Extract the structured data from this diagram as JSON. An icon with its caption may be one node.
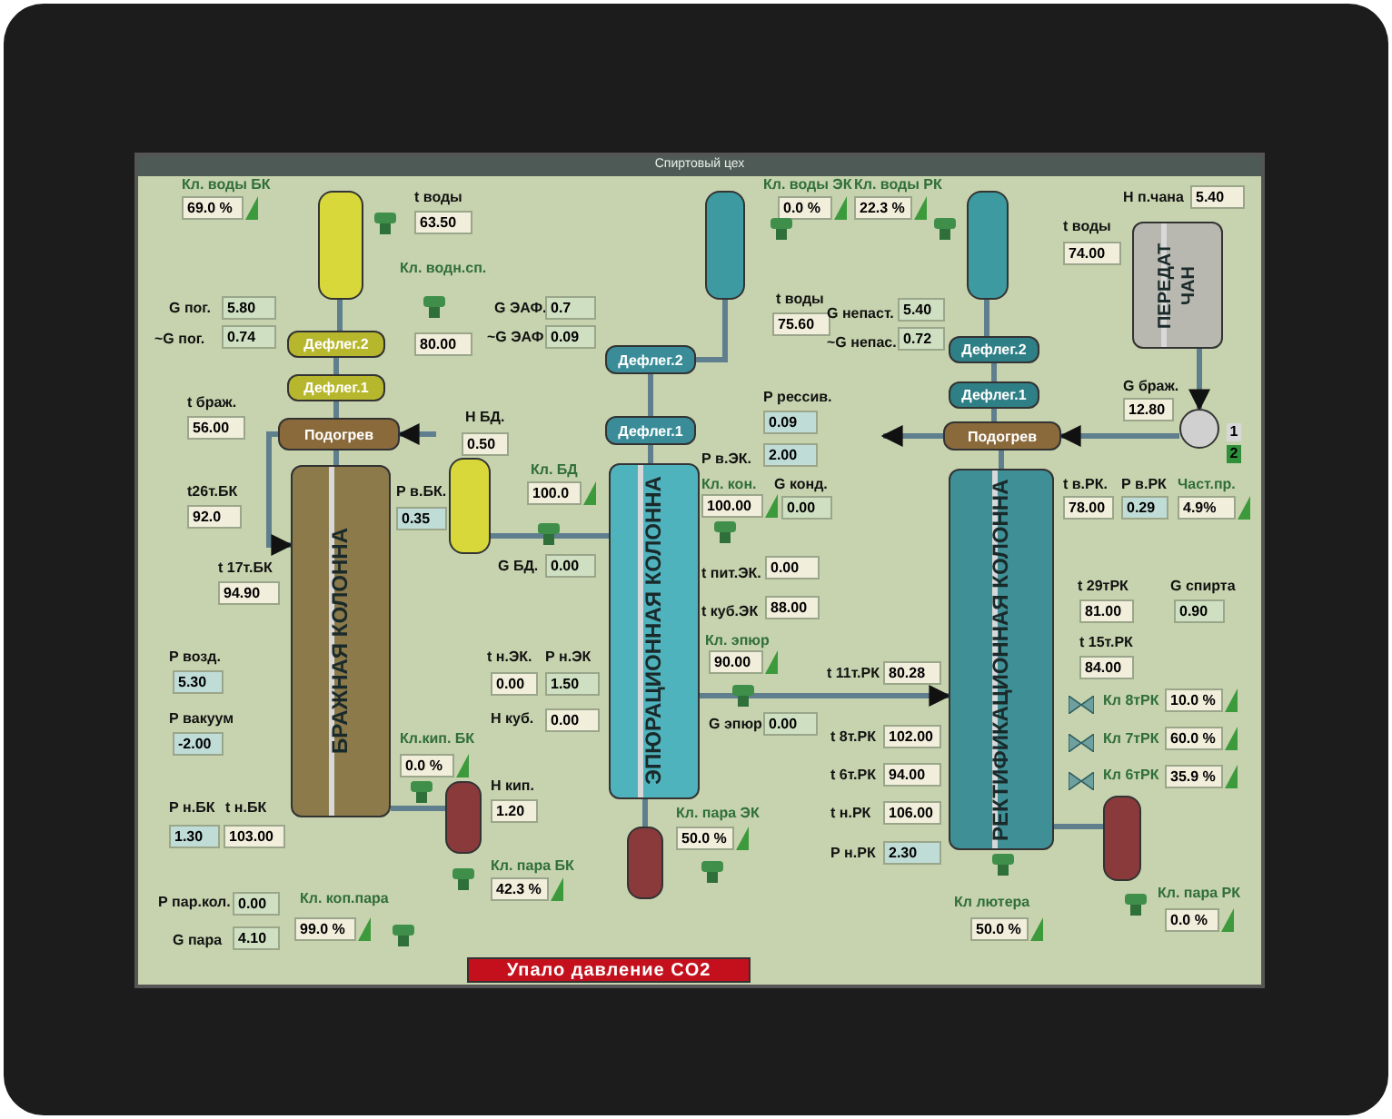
{
  "diagram": {
    "title": "Спиртовый цех",
    "nodes": [
      {
        "text": [],
        "shape": "cylinder"
      },
      {
        "text": [],
        "shape": "cylinder"
      },
      {
        "text": [],
        "shape": "cylinder"
      },
      {
        "text": [
          "ПЕРЕДАТ ЧАН"
        ]
      },
      {
        "text": [
          "Дефлег.2"
        ]
      },
      {
        "text": [
          "Дефлег.1"
        ]
      },
      {
        "text": [
          "Подогрев"
        ]
      },
      {
        "text": [
          "Дефлег.2"
        ]
      },
      {
        "text": [
          "Дефлег.1"
        ]
      },
      {
        "text": [
          "Дефлег.2"
        ]
      },
      {
        "text": [
          "Дефлег.1"
        ]
      },
      {
        "text": [
          "Подогрев"
        ]
      },
      {
        "text": [],
        "shape": "circle"
      },
      {
        "text": [],
        "shape": "cylinder"
      },
      {
        "text": [
          "БРАЖНАЯ КОЛОННА"
        ]
      },
      {
        "text": [
          "ЭПЮРАЦИОННАЯ КОЛОННА"
        ]
      },
      {
        "text": [
          "РЕКТИФИКАЦИОННАЯ КОЛОННА"
        ]
      },
      {
        "text": [],
        "shape": "cylinder"
      },
      {
        "text": [],
        "shape": "cylinder"
      },
      {
        "text": [],
        "shape": "cylinder"
      },
      {
        "text": [
          "Упало давление CO2"
        ]
      }
    ],
    "edges": [
      {
        "from": 0,
        "to": 4,
        "arrow": "none"
      },
      {
        "from": 4,
        "to": 5,
        "arrow": "none"
      },
      {
        "from": 5,
        "to": 6,
        "arrow": "none"
      },
      {
        "from": 6,
        "to": 14,
        "arrow": "none"
      },
      {
        "from": null,
        "to": 6,
        "arrow": "to"
      },
      {
        "from": 1,
        "to": 7,
        "arrow": "none"
      },
      {
        "from": 7,
        "to": 8,
        "arrow": "none"
      },
      {
        "from": 8,
        "to": 15,
        "arrow": "none"
      },
      {
        "from": 2,
        "to": 9,
        "arrow": "none"
      },
      {
        "from": 9,
        "to": 10,
        "arrow": "none"
      },
      {
        "from": 10,
        "to": 11,
        "arrow": "none"
      },
      {
        "from": 11,
        "to": 16,
        "arrow": "none"
      },
      {
        "from": 3,
        "to": 12,
        "arrow": "to"
      },
      {
        "from": 12,
        "to": 11,
        "arrow": "to"
      },
      {
        "from": 11,
        "to": null,
        "arrow": "to"
      },
      {
        "from": 13,
        "to": 15,
        "arrow": "none"
      },
      {
        "from": 15,
        "to": 16,
        "arrow": "to"
      },
      {
        "from": 17,
        "to": 14,
        "arrow": "none"
      },
      {
        "from": 18,
        "to": 15,
        "arrow": "none"
      },
      {
        "from": 19,
        "to": 16,
        "arrow": "none"
      },
      {
        "from": 6,
        "to": 14,
        "arrow": "to"
      }
    ],
    "labels": [
      "Кл. воды БК",
      "69.0 %",
      "t воды",
      "63.50",
      "Кл. водн.сп.",
      "80.00",
      "G пог.",
      "5.80",
      "~G пог.",
      "0.74",
      "t браж.",
      "56.00",
      "Н БД.",
      "0.50",
      "G ЭАФ.",
      "0.7",
      "~G ЭАФ",
      "0.09",
      "t26т.БК",
      "92.0",
      "Р в.БК.",
      "0.35",
      "t 17т.БК",
      "94.90",
      "Кл. БД",
      "100.0",
      "G БД.",
      "0.00",
      "Кл. воды ЭК",
      "0.0 %",
      "Кл. воды РК",
      "22.3 %",
      "t воды",
      "75.60",
      "G непаст.",
      "5.40",
      "~G непас.",
      "0.72",
      "Н п.чана",
      "5.40",
      "t воды",
      "74.00",
      "Р рессив.",
      "0.09",
      "Р в.ЭК.",
      "2.00",
      "G браж.",
      "12.80",
      "1",
      "2",
      "Кл. кон.",
      "100.00",
      "G конд.",
      "0.00",
      "t в.РК.",
      "78.00",
      "Р в.РК",
      "0.29",
      "Част.пр.",
      "4.9%",
      "t пит.ЭК.",
      "0.00",
      "t 29тРК",
      "G спирта",
      "t куб.ЭК",
      "88.00",
      "81.00",
      "0.90",
      "Кл. эпюр",
      "90.00",
      "t 15т.РК",
      "84.00",
      "Р возд.",
      "t н.ЭК.",
      "Р н.ЭК",
      "5.30",
      "0.00",
      "1.50",
      "t 11т.РК",
      "80.28",
      "Кл 8тРК",
      "10.0 %",
      "Р вакуум",
      "Н куб.",
      "0.00",
      "G эпюр",
      "0.00",
      "-2.00",
      "Кл.кип. БК",
      "t 8т.РК",
      "102.00",
      "Кл 7тРК",
      "60.0 %",
      "0.0 %",
      "t 6т.РК",
      "94.00",
      "Кл 6тРК",
      "35.9 %",
      "Р н.БК",
      "t н.БК",
      "Н кип.",
      "1.20",
      "1.30",
      "103.00",
      "Кл. пара ЭК",
      "50.0 %",
      "t н.РК",
      "106.00",
      "Р н.РК",
      "2.30",
      "Кл. пара БК",
      "42.3 %",
      "Кл. пара РК",
      "0.0 %",
      "Р пар.кол.",
      "0.00",
      "Кл. коп.пара",
      "Кл лютера",
      "G пара",
      "4.10",
      "99.0 %",
      "50.0 %"
    ]
  }
}
